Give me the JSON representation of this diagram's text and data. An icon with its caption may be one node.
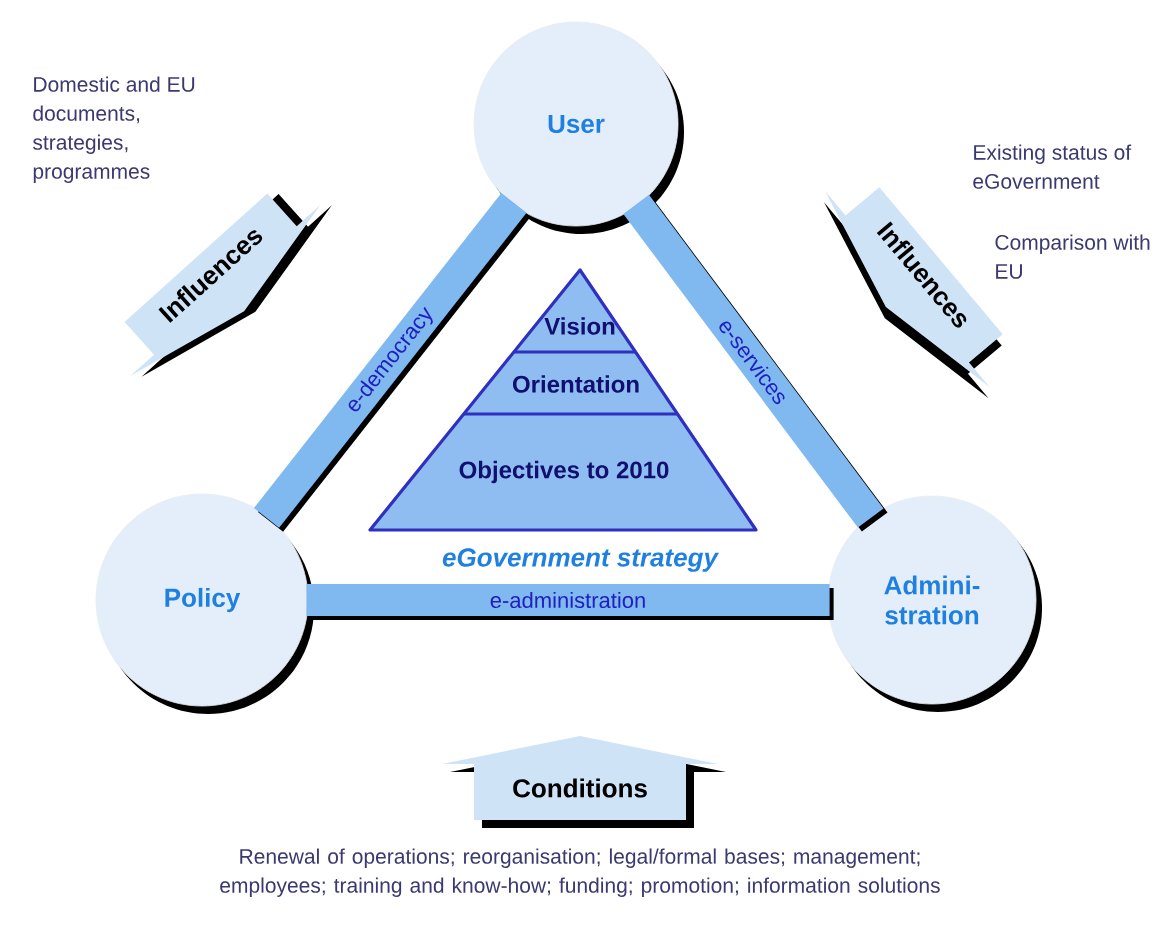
{
  "diagram": {
    "nodes": [
      {
        "text": [
          "User"
        ]
      },
      {
        "text": [
          "Policy"
        ]
      },
      {
        "text": [
          "Admini- stration"
        ]
      },
      {
        "text": [
          "Vision",
          "Orientation",
          "Objectives to 2010"
        ],
        "beside": [
          "eGovernment strategy"
        ]
      },
      {
        "text": [
          "Influences"
        ],
        "beside": [
          "Domestic and EU documents, strategies, programmes"
        ]
      },
      {
        "text": [
          "Influences"
        ],
        "beside": [
          "Existing status of eGovernment",
          "Comparison with EU"
        ]
      },
      {
        "text": [
          "Conditions"
        ],
        "beside": [
          "Renewal of operations; reorganisation; legal/formal bases; management; employees; training and know-how; funding; promotion; information solutions"
        ]
      }
    ],
    "edges": [
      {
        "from": 1,
        "to": 0,
        "arrow": "none",
        "label": "e-democracy"
      },
      {
        "from": 0,
        "to": 2,
        "arrow": "none",
        "label": "e-services"
      },
      {
        "from": 1,
        "to": 2,
        "arrow": "none",
        "label": "e-administration"
      }
    ]
  }
}
